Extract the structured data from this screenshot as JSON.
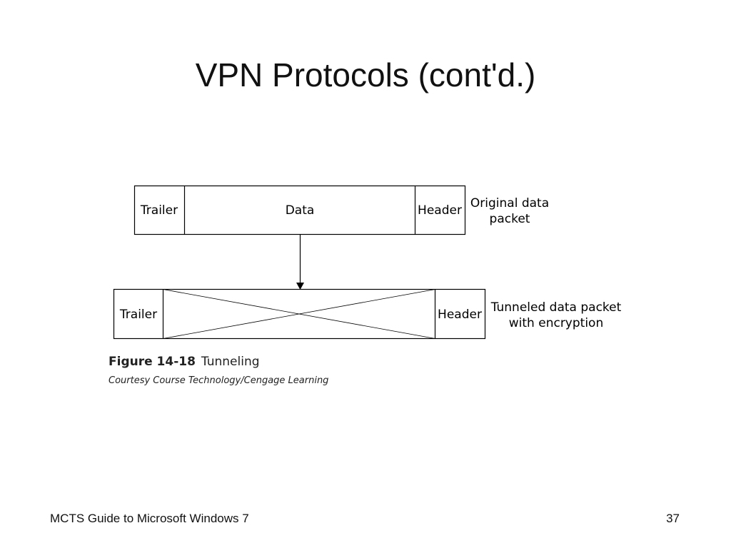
{
  "slide": {
    "title": "VPN Protocols (cont'd.)",
    "footer_left": "MCTS Guide to Microsoft Windows 7",
    "page_number": "37"
  },
  "diagram": {
    "original_packet": {
      "trailer": "Trailer",
      "data": "Data",
      "header": "Header",
      "caption_line1": "Original data",
      "caption_line2": "packet"
    },
    "tunneled_packet": {
      "trailer": "Trailer",
      "header": "Header",
      "caption_line1": "Tunneled data packet",
      "caption_line2": "with encryption"
    },
    "figure_number": "Figure 14-18",
    "figure_title": "Tunneling",
    "credit": "Courtesy Course Technology/Cengage Learning"
  }
}
